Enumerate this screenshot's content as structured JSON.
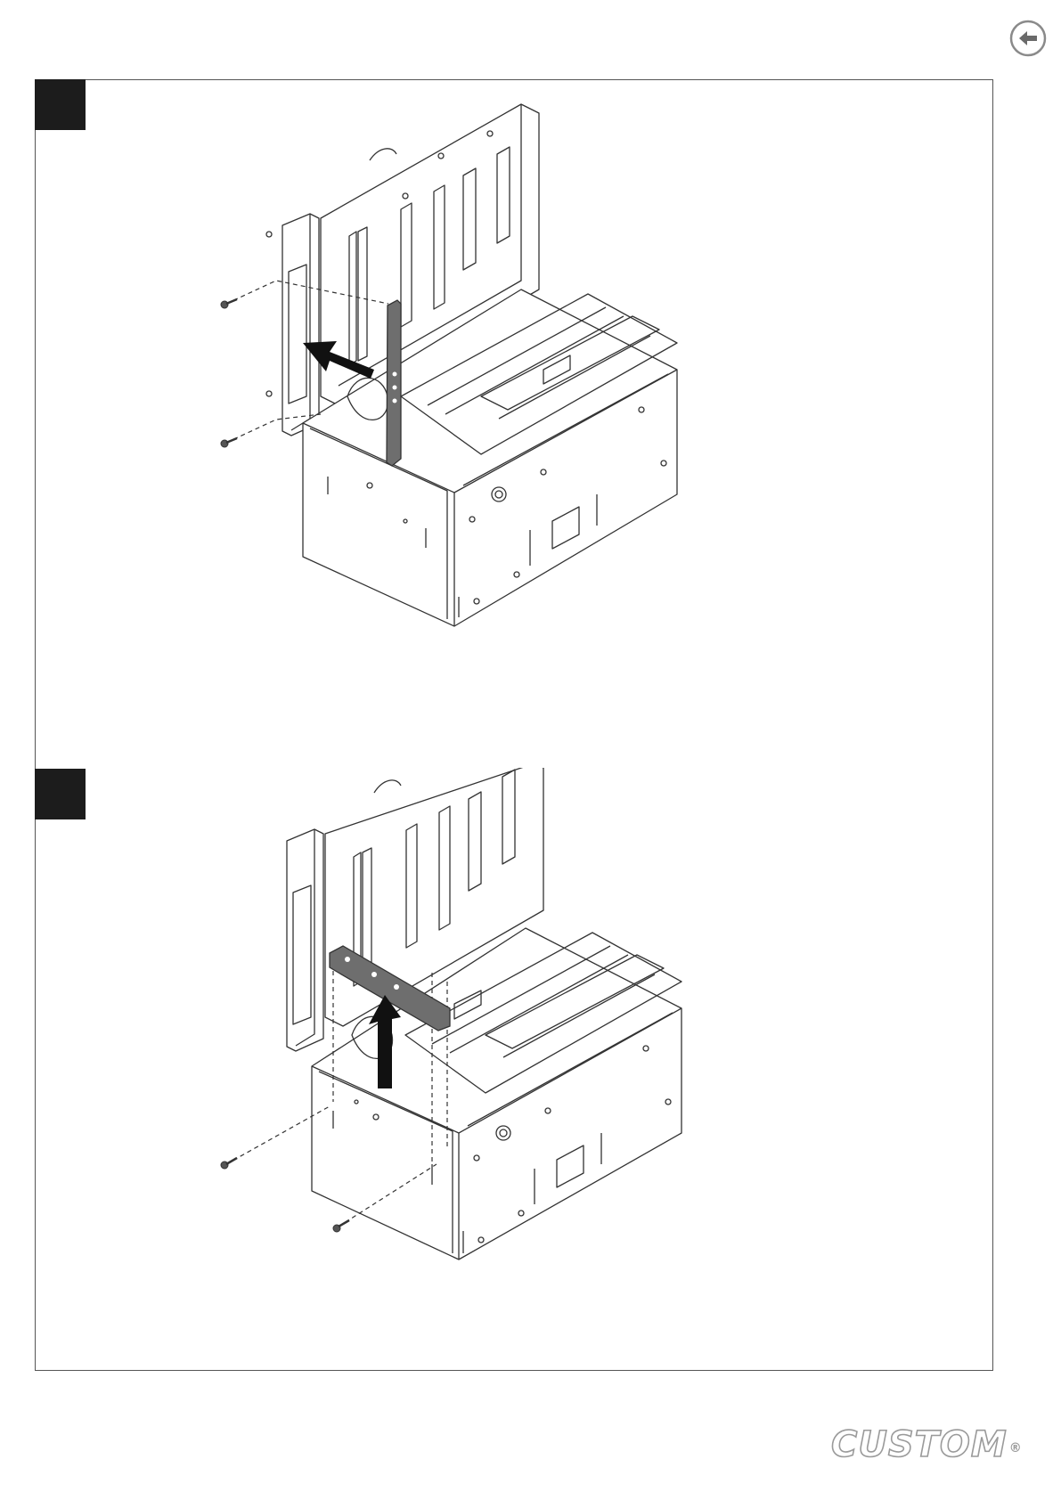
{
  "nav": {
    "back_icon": "arrow-left-circle-icon"
  },
  "steps": [
    {
      "id": "step-1",
      "label": ""
    },
    {
      "id": "step-2",
      "label": ""
    }
  ],
  "figures": [
    {
      "action": "remove-vertical-bracket",
      "arrow_direction": "left"
    },
    {
      "action": "remove-horizontal-bracket",
      "arrow_direction": "up"
    }
  ],
  "footer": {
    "brand": "CUSTOM",
    "registered_mark": "®"
  },
  "colors": {
    "frame": "#555555",
    "marker": "#1c1c1c",
    "part_highlight": "#6e6e6e",
    "logo": "#9a9a9a"
  }
}
